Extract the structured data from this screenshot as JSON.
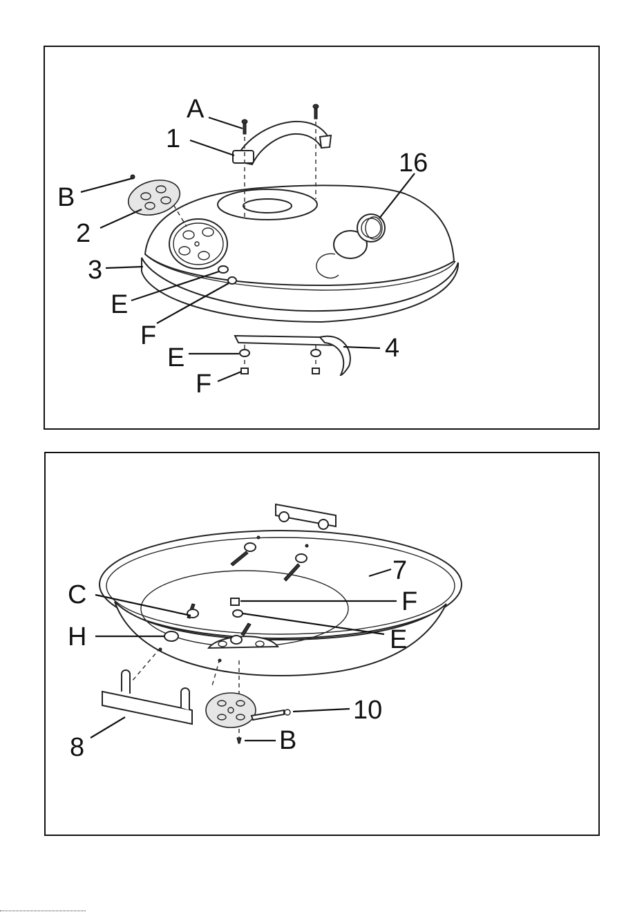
{
  "top_panel": {
    "labels": {
      "A": "A",
      "one": "1",
      "B": "B",
      "two": "2",
      "three": "3",
      "E1": "E",
      "F1": "F",
      "E2": "E",
      "F2": "F",
      "four": "4",
      "sixteen": "16"
    }
  },
  "bottom_panel": {
    "labels": {
      "C": "C",
      "H": "H",
      "seven": "7",
      "F": "F",
      "E": "E",
      "eight": "8",
      "ten": "10",
      "B": "B"
    }
  }
}
